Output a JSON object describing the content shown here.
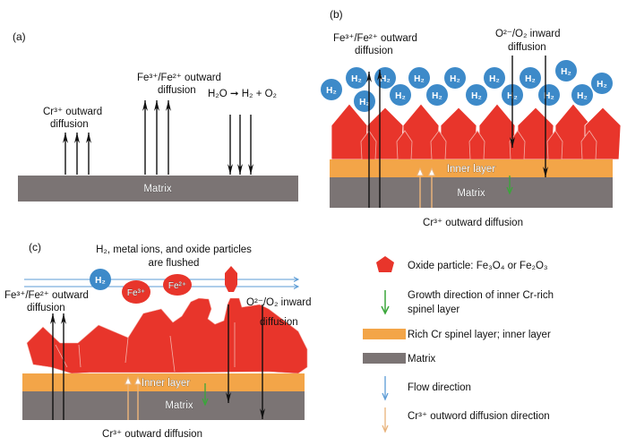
{
  "colors": {
    "oxide": "#e8352b",
    "inner_layer": "#f3a548",
    "matrix": "#7b7474",
    "h2": "#3d8ac9",
    "flow": "#5b9bd5",
    "growth": "#3aa63a",
    "cr_arrow": "#e8b27a"
  },
  "panel_a": {
    "label": "(a)",
    "cr_label": [
      "Cr³⁺ outward",
      "diffusion"
    ],
    "fe_label": [
      "Fe³⁺/Fe²⁺ outward",
      "diffusion"
    ],
    "reaction": "H₂O ➞ H₂ + O₂",
    "matrix": "Matrix"
  },
  "panel_b": {
    "label": "(b)",
    "fe_label": [
      "Fe³⁺/Fe²⁺ outward",
      "diffusion"
    ],
    "o_label": [
      "O²⁻/O₂ inward",
      "diffusion"
    ],
    "inner_layer": "Inner layer",
    "matrix": "Matrix",
    "cr_label": "Cr³⁺ outward diffusion",
    "h2": "H₂"
  },
  "panel_c": {
    "label": "(c)",
    "title": [
      "H₂, metal ions, and oxide particles",
      "are flushed"
    ],
    "fe_label": [
      "Fe³⁺/Fe²⁺ outward",
      "diffusion"
    ],
    "o_label": [
      "O²⁻/O₂ inward",
      "diffusion"
    ],
    "h2": "H₂",
    "fe3": "Fe³⁺",
    "fe2": "Fe²⁺",
    "inner_layer": "Inner layer",
    "matrix": "Matrix",
    "cr_label": "Cr³⁺ outward diffusion"
  },
  "legend": {
    "oxide": "Oxide particle: Fe₃O₄ or Fe₂O₃",
    "growth": [
      "Growth direction of inner Cr-rich",
      "spinel layer"
    ],
    "inner": "Rich Cr spinel layer; inner layer",
    "matrix": "Matrix",
    "flow": "Flow direction",
    "cr": "Cr³⁺ outword diffusion direction"
  }
}
